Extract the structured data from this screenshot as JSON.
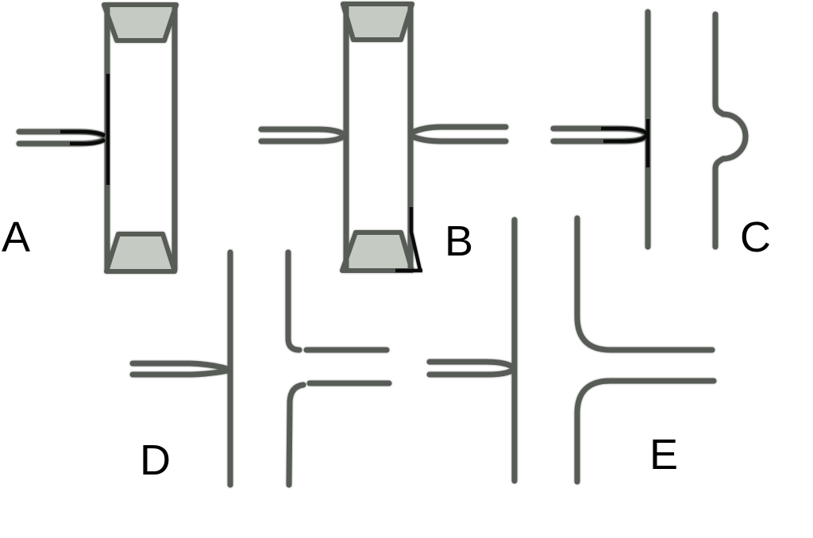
{
  "figure": {
    "background": "#ffffff",
    "palette": {
      "stroke": "#575d56",
      "emphasis": "#0b0b0b",
      "glass_fill": "#c5cac2",
      "label_color": "#000000"
    },
    "devices": [
      {
        "label": "A",
        "description": "vertical rectangular capillary tube with shaded tapered end plugs, single side needle entering from left, darkened left-wall segment at junction"
      },
      {
        "label": "B",
        "description": "vertical rectangular capillary tube with shaded tapered end plugs, needle entering from left and diverging outlet funnel on right, darkened lower-right wall segment"
      },
      {
        "label": "C",
        "description": "two vertical channel walls, needle entering from left with darkened tip, right wall bulging into semicircular pocket"
      },
      {
        "label": "D",
        "description": "T-junction with left needle into main vertical wall, right wall split by two horizontal branch walls with sharp small-radius corners and gaps"
      },
      {
        "label": "E",
        "description": "T-junction with left needle into main vertical wall, right wall flowing into two horizontal branch walls with smooth large-radius corners"
      }
    ]
  }
}
